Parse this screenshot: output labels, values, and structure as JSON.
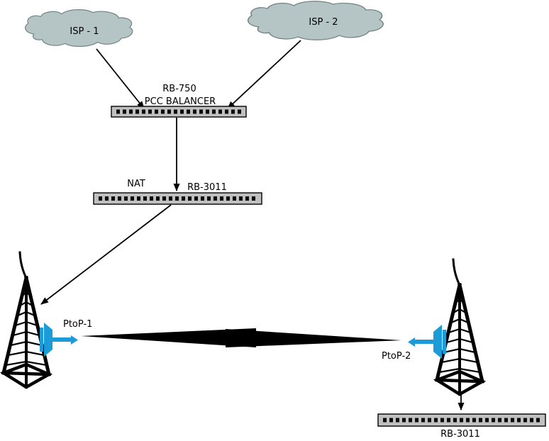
{
  "diagram": {
    "clouds": [
      {
        "label": "ISP - 1"
      },
      {
        "label": "ISP - 2"
      }
    ],
    "balancer": {
      "name_line1": "RB-750",
      "name_line2": "PCC BALANCER"
    },
    "nat_router": {
      "left_label": "NAT",
      "right_label": "RB-3011"
    },
    "towers": [
      {
        "antenna_label": "PtoP-1"
      },
      {
        "antenna_label": "PtoP-2"
      }
    ],
    "bottom_router": {
      "label": "RB-3011"
    },
    "colors": {
      "cloud_fill": "#b5c4c5",
      "cloud_stroke": "#6f8080",
      "router_fill": "#c0c0c0",
      "antenna_blue": "#1b9cd8",
      "line_black": "#000000"
    }
  }
}
